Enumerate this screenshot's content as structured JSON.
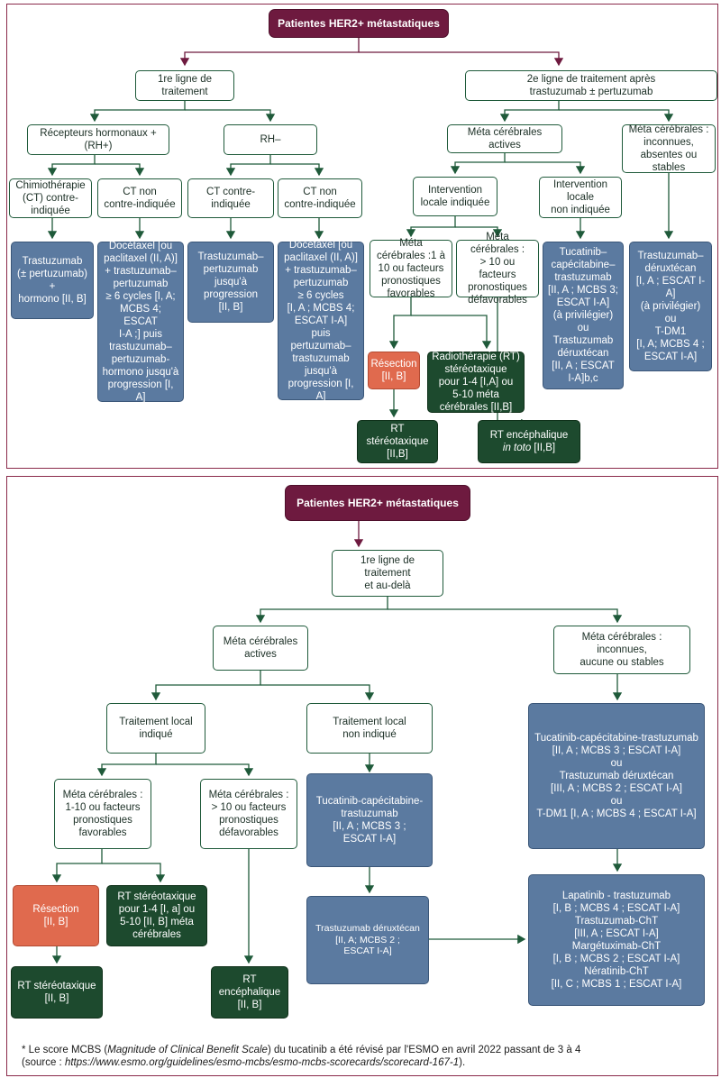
{
  "top": {
    "title": "Patientes HER2+ métastatiques",
    "first_line": "1re ligne de\ntraitement",
    "second_line": "2e ligne de traitement après\ntrastuzumab ± pertuzumab",
    "rh_plus": "Récepteurs hormonaux +\n(RH+)",
    "rh_minus": "RH–",
    "meta_actives": "Méta cérébrales\nactives",
    "meta_unknown": "Méta cérébrales :\ninconnues,\nabsentes ou\nstables",
    "ct_contra_rhplus": "Chimiothérapie\n(CT) contre-\nindiquée",
    "ct_non_contra_rhplus": "CT non\ncontre-indiquée",
    "ct_contra_rhminus": "CT contre-\nindiquée",
    "ct_non_contra_rhminus": "CT non\ncontre-indiquée",
    "local_indicated": "Intervention\nlocale indiquée",
    "local_not_indicated": "Intervention\nlocale\nnon indiquée",
    "tx_trastu_hormono": "Trastuzumab\n(± pertuzumab)\n+\nhormono [II, B]",
    "tx_docetaxel_rhplus": "Docétaxel [ou\npaclitaxel (II, A)]\n+ trastuzumab–\npertuzumab\n≥ 6 cycles [I, A;\nMCBS 4; ESCAT\nI-A ;] puis\ntrastuzumab–\npertuzumab-\nhormono jusqu'à\nprogression [I, A]",
    "tx_trastu_pertu": "Trastuzumab–\npertuzumab\njusqu'à\nprogression\n[II, B]",
    "tx_docetaxel_rhminus": "Docétaxel [ou\npaclitaxel (II, A)]\n+ trastuzumab–\npertuzumab\n≥ 6 cycles\n[I, A ; MCBS 4;\nESCAT I-A]\npuis\npertuzumab–\ntrastuzumab\njusqu'à\nprogression [I, A]",
    "meta_1_10": "Méta\ncérébrales :1 à\n10 ou facteurs\npronostiques\nfavorables",
    "meta_gt10": "Méta\ncérébrales :\n> 10 ou facteurs\npronostiques\ndéfavorables",
    "tx_tucatinib": "Tucatinib–\ncapécitabine–\ntrastuzumab\n[II, A ; MCBS 3;\nESCAT I-A]\n(à privilégier)\nou\nTrastuzumab\ndéruxtécan\n[II, A ; ESCAT\nI-A]b,c",
    "tx_trastu_dxd": "Trastuzumab–\ndéruxtécan\n[I, A ; ESCAT I-A]\n(à privilégier)\nou\nT-DM1\n[I, A; MCBS 4 ;\nESCAT I-A]",
    "resection": "Résection\n[II, B]",
    "radio_rt": "Radiothérapie (RT)\nstéréotaxique\npour 1-4 [I,A] ou\n5-10 méta\ncérébrales [II,B]",
    "rt_stereo": "RT\nstéréotaxique\n[II,B]",
    "rt_encephalique_1": "RT encéphalique",
    "rt_encephalique_2": "in toto",
    "rt_encephalique_3": " [II,B]"
  },
  "bottom": {
    "title": "Patientes HER2+ métastatiques",
    "first_line": "1re ligne de traitement\net au-delà",
    "meta_actives": "Méta cérébrales\nactives",
    "meta_unknown": "Méta cérébrales : inconnues,\naucune ou stables",
    "local_indicated": "Traitement local\nindiqué",
    "local_not_indicated": "Traitement local\nnon indiqué",
    "meta_1_10": "Méta cérébrales :\n1-10 ou facteurs\npronostiques\nfavorables",
    "meta_gt10": "Méta cérébrales :\n> 10 ou facteurs\npronostiques\ndéfavorables",
    "tx_tucatinib": "Tucatinib-capécitabine-\ntrastuzumab\n[II, A ; MCBS 3 ;\nESCAT I-A]",
    "tx_trastu_dxd": "Trastuzumab déruxtécan\n[II, A; MCBS 2 ;\nESCAT I-A]",
    "tx_options": "Tucatinib-capécitabine-trastuzumab\n[II, A ; MCBS 3 ; ESCAT I-A]\nou\nTrastuzumab déruxtécan\n[III, A ; MCBS 2 ; ESCAT I-A]\nou\nT-DM1 [I, A ; MCBS 4 ; ESCAT I-A]",
    "tx_lapatinib": "Lapatinib - trastuzumab\n[I, B ; MCBS 4 ; ESCAT I-A]\nTrastuzumab-ChT\n[III, A ; ESCAT I-A]\nMargétuximab-ChT\n[I, B ; MCBS 2 ; ESCAT I-A]\nNératinib-ChT\n[II, C ; MCBS 1 ; ESCAT I-A]",
    "resection": "Résection\n[II, B]",
    "rt_stereo_opts": "RT stéréotaxique\npour 1-4 [I, a] ou\n5-10 [II, B] méta\ncérébrales",
    "rt_stereo": "RT stéréotaxique\n[II, B]",
    "rt_encephalique": "RT\nencéphalique\n[II, B]"
  },
  "footnote": {
    "l1a": "* Le score MCBS (",
    "l1b": "Magnitude of Clinical Benefit Scale",
    "l1c": ") du tucatinib a été révisé par l'ESMO en avril 2022 passant de 3 à 4",
    "l2a": "(source : ",
    "l2b": "https://www.esmo.org/guidelines/esmo-mcbs/esmo-mcbs-scorecards/scorecard-167-1",
    "l2c": ")."
  },
  "colors": {
    "maroon": "#6e1a3f",
    "blue": "#5b7aa0",
    "dark_green": "#1d4a2e",
    "orange": "#e06a4e",
    "line": "#1f5a3a"
  }
}
